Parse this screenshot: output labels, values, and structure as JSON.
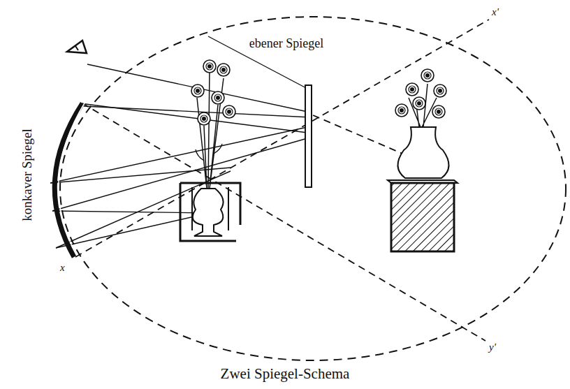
{
  "diagram": {
    "caption": "Zwei Spiegel-Schema",
    "labels": [
      "ebener Spiegel",
      "konkaver Spiegel",
      "x'",
      "x",
      "y'"
    ]
  }
}
